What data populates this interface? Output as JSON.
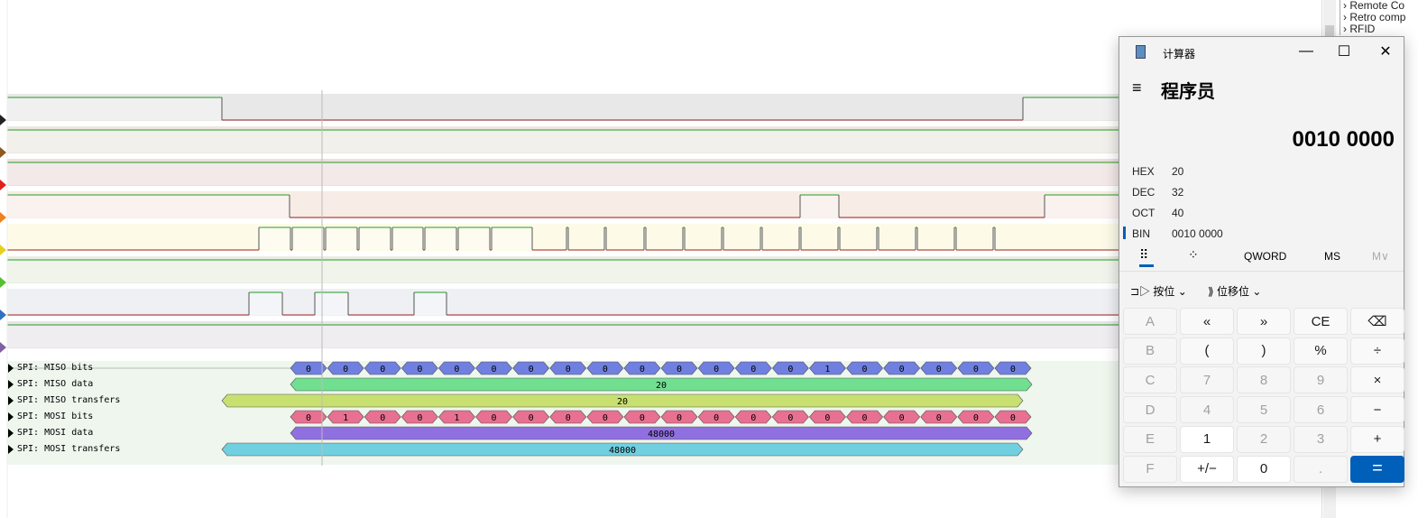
{
  "analyzer": {
    "channel_colors": [
      "#222222",
      "#8b5a1c",
      "#e0201c",
      "#f08020",
      "#e8d020",
      "#58c030",
      "#3070c0",
      "#8060a0"
    ],
    "protocol_rows": [
      {
        "label": "SPI: MISO bits",
        "kind": "bits",
        "color": "#7080e0",
        "values": [
          "0",
          "0",
          "0",
          "0",
          "0",
          "0",
          "0",
          "0",
          "0",
          "0",
          "0",
          "0",
          "0",
          "0",
          "1",
          "0",
          "0",
          "0",
          "0",
          "0"
        ]
      },
      {
        "label": "SPI: MISO data",
        "kind": "data",
        "color": "#70e090",
        "value": "20"
      },
      {
        "label": "SPI: MISO transfers",
        "kind": "transfer",
        "color": "#c8e070",
        "value": "20"
      },
      {
        "label": "SPI: MOSI bits",
        "kind": "bits",
        "color": "#e87090",
        "values": [
          "0",
          "1",
          "0",
          "0",
          "1",
          "0",
          "0",
          "0",
          "0",
          "0",
          "0",
          "0",
          "0",
          "0",
          "0",
          "0",
          "0",
          "0",
          "0",
          "0"
        ]
      },
      {
        "label": "SPI: MOSI data",
        "kind": "data",
        "color": "#9070e0",
        "value": "48000"
      },
      {
        "label": "SPI: MOSI transfers",
        "kind": "transfer",
        "color": "#70d0e0",
        "value": "48000"
      }
    ]
  },
  "tree": [
    "Remote Co",
    "Retro comp",
    "RFID"
  ],
  "calculator": {
    "title": "计算器",
    "mode": "程序员",
    "display": "0010 0000",
    "radix": [
      {
        "label": "HEX",
        "value": "20"
      },
      {
        "label": "DEC",
        "value": "32"
      },
      {
        "label": "OCT",
        "value": "40"
      },
      {
        "label": "BIN",
        "value": "0010 0000"
      }
    ],
    "word_size": "QWORD",
    "ms": "MS",
    "mlist": "M∨",
    "bitwise": "按位",
    "bitshift": "位移位",
    "accent": "#005fb8",
    "keys": [
      [
        "A",
        "«",
        "»",
        "CE",
        "⌫"
      ],
      [
        "B",
        "(",
        ")",
        "%",
        "÷"
      ],
      [
        "C",
        "7",
        "8",
        "9",
        "×"
      ],
      [
        "D",
        "4",
        "5",
        "6",
        "−"
      ],
      [
        "E",
        "1",
        "2",
        "3",
        "+"
      ],
      [
        "F",
        "+/−",
        "0",
        ".",
        "="
      ]
    ]
  }
}
